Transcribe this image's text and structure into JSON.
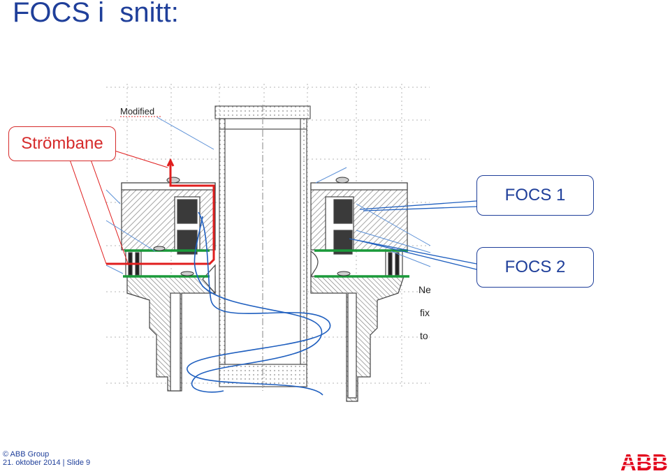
{
  "title": "FOCS i  snitt:",
  "labels": {
    "strombane": "Strömbane",
    "focs1": "FOCS 1",
    "focs2": "FOCS 2",
    "modified": "Modified",
    "side_fragments": [
      "Ne",
      "fix",
      "to"
    ]
  },
  "footer": {
    "copyright": "© ABB Group",
    "date_line": "21. oktober 2014 | Slide 9"
  },
  "logo": {
    "text": "ABB",
    "color": "#e2001a"
  },
  "colors": {
    "title": "#1f3f9a",
    "current_path": "#e01e1e",
    "fiber": "#1f5fbf",
    "board": "#1a9a3a"
  }
}
